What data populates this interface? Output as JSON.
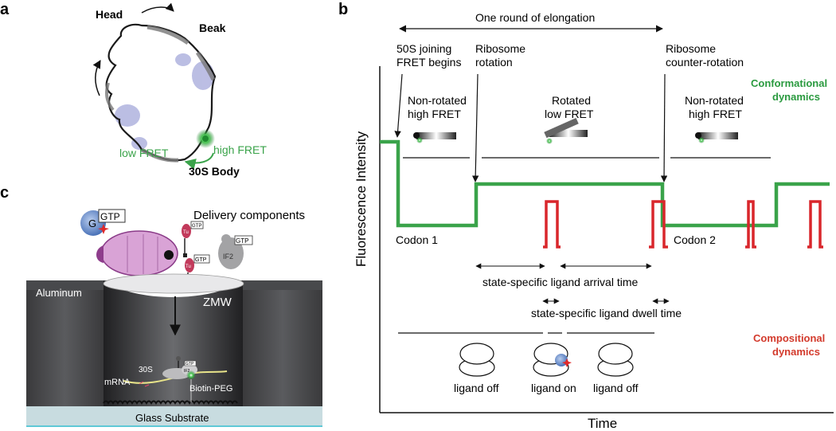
{
  "panels": {
    "a": {
      "letter": "a",
      "head": "Head",
      "beak": "Beak",
      "low_fret": "low FRET",
      "high_fret": "high FRET",
      "body": "30S Body"
    },
    "b": {
      "letter": "b",
      "round": "One round of elongation",
      "join_1": "50S joining",
      "join_2": "FRET begins",
      "rot_1": "Ribosome",
      "rot_2": "rotation",
      "crot_1": "Ribosome",
      "crot_2": "counter-rotation",
      "conf_1": "Conformational",
      "conf_2": "dynamics",
      "nonrot_1": "Non-rotated",
      "nonrot_2": "high FRET",
      "rot_state_1": "Rotated",
      "rot_state_2": "low FRET",
      "nonrot2_1": "Non-rotated",
      "nonrot2_2": "high FRET",
      "codon1": "Codon 1",
      "codon2": "Codon 2",
      "arrival": "state-specific ligand arrival time",
      "dwell": "state-specific ligand dwell time",
      "comp_1": "Compositional",
      "comp_2": "dynamics",
      "lig_off_1": "ligand off",
      "lig_on": "ligand on",
      "lig_off_2": "ligand off",
      "ylabel": "Fluorescence Intensity",
      "xlabel": "Time"
    },
    "c": {
      "letter": "c",
      "g": "G",
      "gtp": "GTP",
      "delivery": "Delivery components",
      "tu": "Tu",
      "gtp_small": "GTP",
      "if2": "IF2",
      "aluminum": "Aluminum",
      "zmw": "ZMW",
      "s30": "30S",
      "mrna": "mRNA",
      "biotin": "Biotin-PEG",
      "glass": "Glass Substrate"
    }
  },
  "colors": {
    "green": "#3aa34a",
    "red": "#d9262b",
    "conf_text": "#2a9a3f",
    "comp_text": "#d33a2c"
  }
}
